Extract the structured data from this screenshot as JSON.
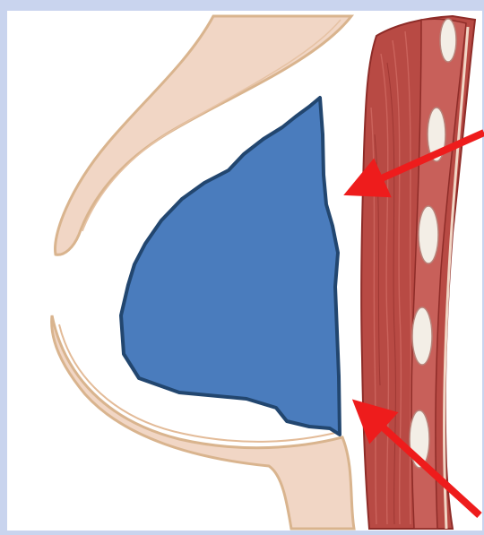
{
  "diagram": {
    "kind": "anatomical cross-section",
    "structures": [
      "upper-skin-flap",
      "lower-skin-fold",
      "chest-wall-muscle",
      "breast-implant"
    ],
    "annotations": [
      {
        "id": "upper-arrow",
        "points_to": "implant-upper-posterior-edge",
        "color": "#ee1c1c"
      },
      {
        "id": "lower-arrow",
        "points_to": "implant-lower-posterior-edge",
        "color": "#ee1c1c"
      }
    ]
  },
  "colors": {
    "frame_background": "#c9d4ee",
    "canvas_background": "#ffffff",
    "skin_fill": "#f1d6c5",
    "skin_outline": "#d9b48e",
    "muscle_fill": "#b84a44",
    "muscle_dark": "#8e2c28",
    "rib_fill": "#f3eee6",
    "implant_fill": "#4a7cbd",
    "implant_outline": "#22466f",
    "arrow_color": "#ee1c1c"
  }
}
